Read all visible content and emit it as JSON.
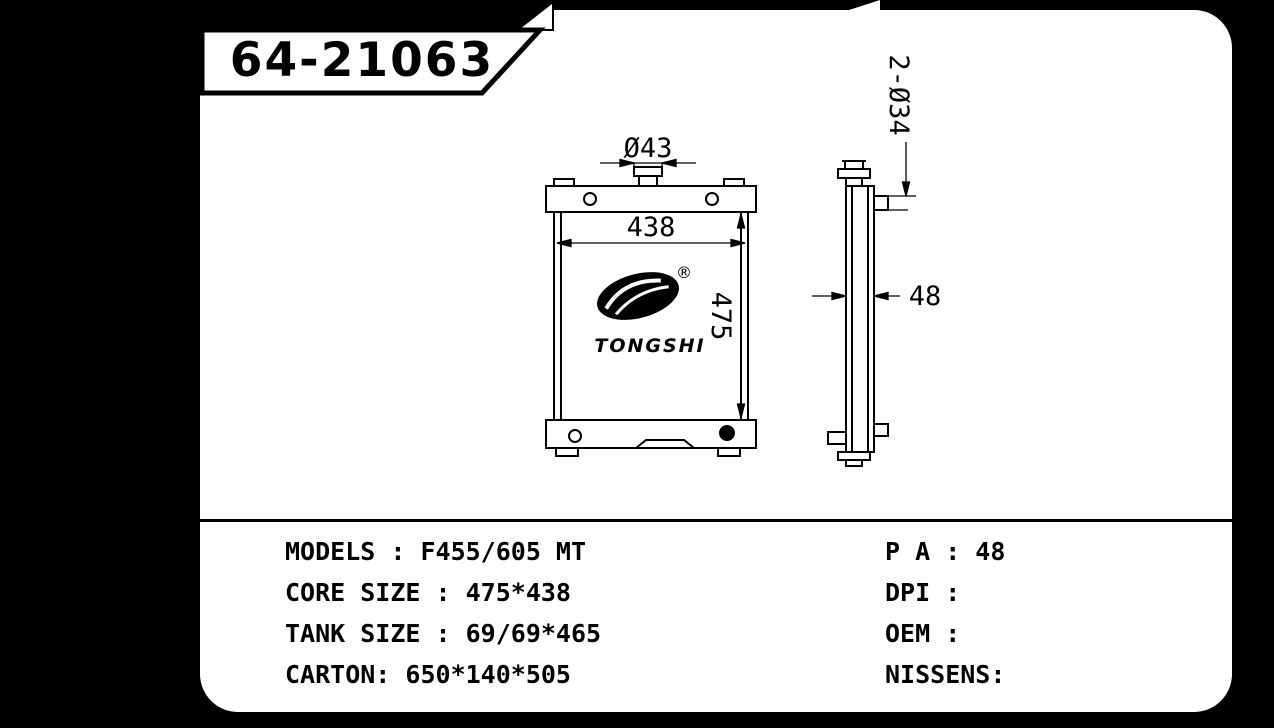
{
  "banner": {
    "part_number": "64-21063"
  },
  "drawing": {
    "front_view": {
      "filler_neck_diameter": "Ø43",
      "core_width": "438",
      "core_height": "475",
      "logo": {
        "brand": "TONGSHI",
        "registered_mark": "®"
      }
    },
    "side_view": {
      "pipe_spec": "2-Ø34",
      "core_thickness": "48"
    }
  },
  "specs": {
    "left_column": [
      "MODELS : F455/605 MT",
      "CORE SIZE : 475*438",
      "TANK SIZE : 69/69*465",
      "CARTON: 650*140*505"
    ],
    "right_column": [
      "P A : 48",
      "DPI :",
      "OEM :",
      "NISSENS:"
    ]
  }
}
